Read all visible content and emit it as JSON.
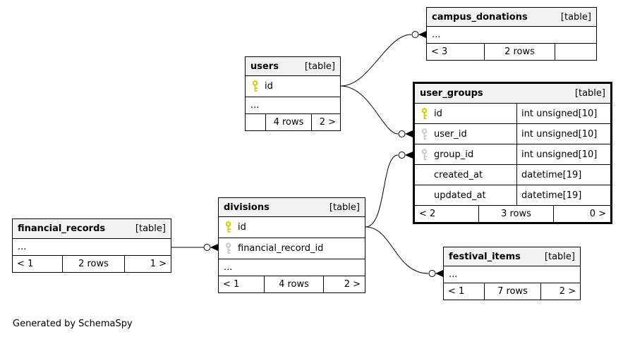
{
  "generated_by": "Generated by SchemaSpy",
  "colors": {
    "primary_key_icon": "#d4ca00",
    "foreign_key_icon": "#c8c8c8",
    "header_background": "#f2f2f2",
    "border": "#000000"
  },
  "tables": {
    "campus_donations": {
      "name": "campus_donations",
      "tag": "[table]",
      "rows": [
        {
          "text": "..."
        }
      ],
      "footer": {
        "related_left": "< 3",
        "rows_count": "2 rows",
        "related_right": ""
      }
    },
    "users": {
      "name": "users",
      "tag": "[table]",
      "rows": [
        {
          "key": "primary",
          "text": "id"
        },
        {
          "text": "..."
        }
      ],
      "footer": {
        "related_left": "",
        "rows_count": "4 rows",
        "related_right": "2 >"
      }
    },
    "user_groups": {
      "name": "user_groups",
      "tag": "[table]",
      "rows": [
        {
          "key": "primary",
          "text": "id",
          "type": "int unsigned[10]"
        },
        {
          "key": "foreign",
          "text": "user_id",
          "type": "int unsigned[10]"
        },
        {
          "key": "foreign",
          "text": "group_id",
          "type": "int unsigned[10]"
        },
        {
          "text": "created_at",
          "type": "datetime[19]"
        },
        {
          "text": "updated_at",
          "type": "datetime[19]"
        }
      ],
      "footer": {
        "related_left": "< 2",
        "rows_count": "3 rows",
        "related_right": "0 >"
      }
    },
    "divisions": {
      "name": "divisions",
      "tag": "[table]",
      "rows": [
        {
          "key": "primary",
          "text": "id"
        },
        {
          "key": "foreign",
          "text": "financial_record_id"
        },
        {
          "text": "..."
        }
      ],
      "footer": {
        "related_left": "< 1",
        "rows_count": "4 rows",
        "related_right": "2 >"
      }
    },
    "financial_records": {
      "name": "financial_records",
      "tag": "[table]",
      "rows": [
        {
          "text": "..."
        }
      ],
      "footer": {
        "related_left": "< 1",
        "rows_count": "2 rows",
        "related_right": "1 >"
      }
    },
    "festival_items": {
      "name": "festival_items",
      "tag": "[table]",
      "rows": [
        {
          "text": "..."
        }
      ],
      "footer": {
        "related_left": "< 1",
        "rows_count": "7 rows",
        "related_right": "2 >"
      }
    }
  },
  "relationships": [
    {
      "parent": "users.id",
      "child_table": "campus_donations",
      "child_column": "..."
    },
    {
      "parent": "users.id",
      "child_table": "user_groups",
      "child_column": "user_id"
    },
    {
      "parent": "divisions.id",
      "child_table": "user_groups",
      "child_column": "group_id"
    },
    {
      "parent": "divisions.id",
      "child_table": "festival_items",
      "child_column": "..."
    },
    {
      "parent": "financial_records",
      "child_table": "divisions",
      "child_column": "financial_record_id"
    }
  ]
}
